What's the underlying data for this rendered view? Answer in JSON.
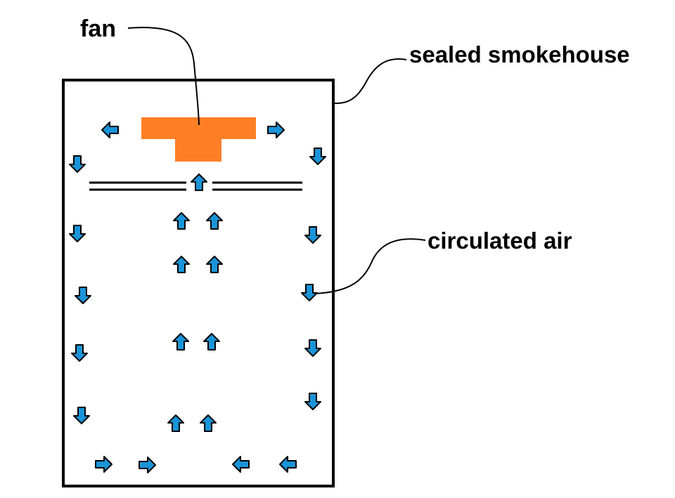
{
  "labels": {
    "fan": "fan",
    "smokehouse": "sealed smokehouse",
    "air": "circulated air"
  },
  "colors": {
    "fan": "#FF7F27",
    "arrow": "#1A94D8",
    "outline": "#000000"
  },
  "arrows": {
    "shape": "block-arrow",
    "left_side": "down",
    "right_side": "down",
    "center_columns": "up",
    "bottom_left": "right",
    "bottom_right": "left",
    "top_left": "left",
    "top_right": "right"
  }
}
